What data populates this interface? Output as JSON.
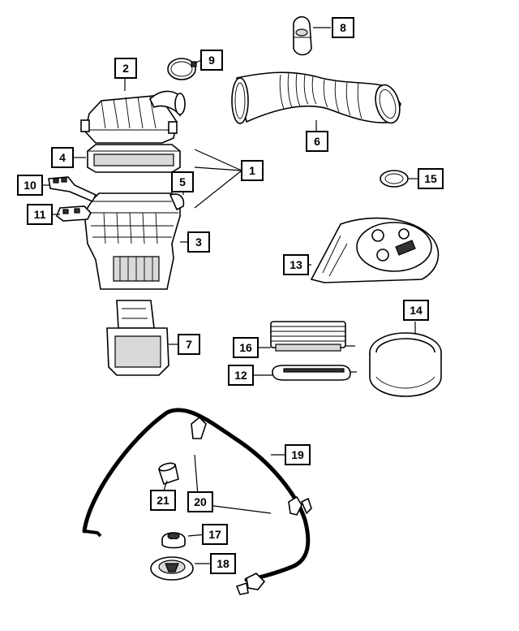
{
  "labels": {
    "p1": "1",
    "p2": "2",
    "p3": "3",
    "p4": "4",
    "p5": "5",
    "p6": "6",
    "p7": "7",
    "p8": "8",
    "p9": "9",
    "p10": "10",
    "p11": "11",
    "p12": "12",
    "p13": "13",
    "p14": "14",
    "p15": "15",
    "p16": "16",
    "p17": "17",
    "p18": "18",
    "p19": "19",
    "p20": "20",
    "p21": "21"
  },
  "colors": {
    "line": "#000000",
    "background": "#ffffff",
    "shade": "#d9d9d9"
  }
}
